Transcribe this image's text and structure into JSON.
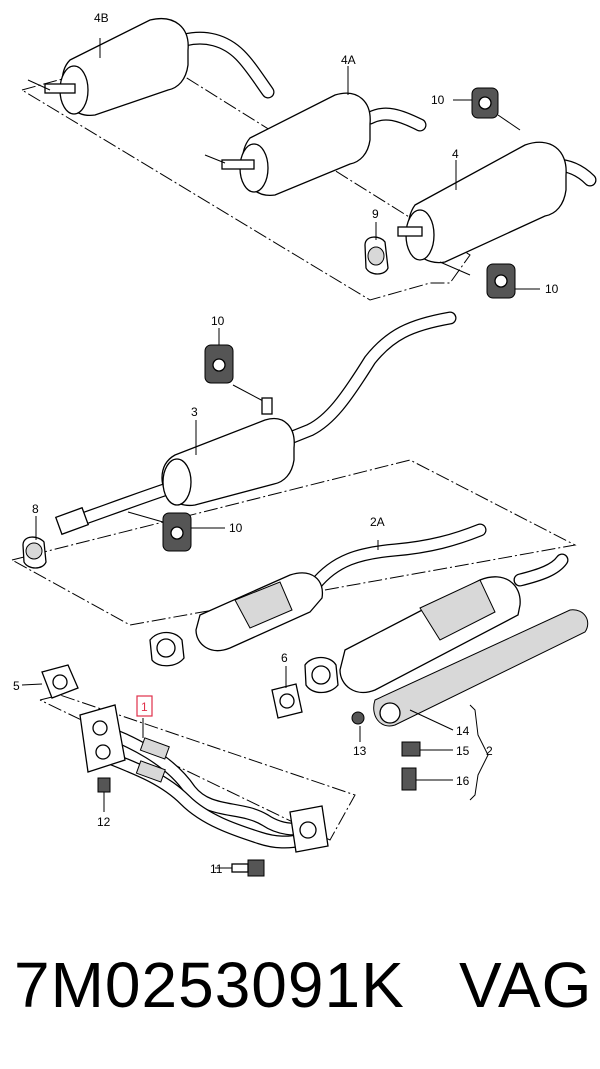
{
  "diagram": {
    "labels": {
      "rear_silencer_4B": "4B",
      "rear_silencer_4A": "4A",
      "rear_silencer_4": "4",
      "hanger_10_top": "10",
      "clamp_9": "9",
      "hanger_10_right": "10",
      "hanger_10_mid": "10",
      "center_silencer_3": "3",
      "clamp_8": "8",
      "hanger_10_lower": "10",
      "catalytic_2A": "2A",
      "gasket_6": "6",
      "gasket_5": "5",
      "front_pipe_1": "1",
      "part_14": "14",
      "nut_13": "13",
      "part_15": "15",
      "group_2": "2",
      "bolt_16": "16",
      "nut_12": "12",
      "bolt_11": "11"
    }
  },
  "caption": {
    "part_number": "7M0253091K",
    "brand": "VAG"
  }
}
